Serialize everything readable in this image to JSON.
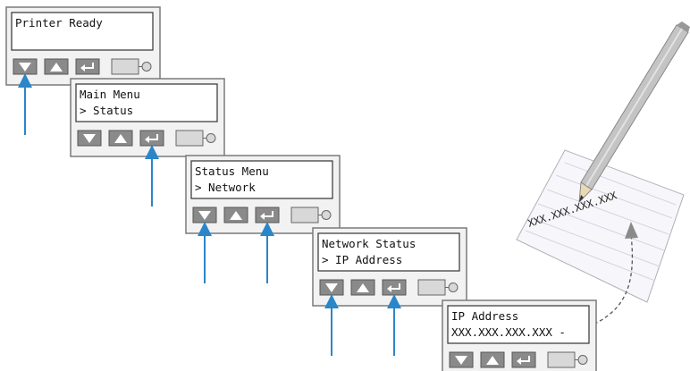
{
  "panels": [
    {
      "id": "printer-ready",
      "line1": "Printer Ready",
      "line2": "",
      "arrows": [
        "down"
      ]
    },
    {
      "id": "main-menu",
      "line1": "Main Menu",
      "line2": "> Status",
      "arrows": [
        "enter"
      ]
    },
    {
      "id": "status-menu",
      "line1": "Status Menu",
      "line2": "> Network",
      "arrows": [
        "down",
        "enter"
      ]
    },
    {
      "id": "network-status",
      "line1": "Network Status",
      "line2": "> IP Address",
      "arrows": [
        "down",
        "enter"
      ]
    },
    {
      "id": "ip-address",
      "line1": "IP Address",
      "line2": "XXX.XXX.XXX.XXX -",
      "arrows": []
    }
  ],
  "buttons": [
    {
      "name": "down-button",
      "icon": "triangle-down-icon"
    },
    {
      "name": "up-button",
      "icon": "triangle-up-icon"
    },
    {
      "name": "enter-button",
      "icon": "enter-arrow-icon"
    },
    {
      "name": "toggle-switch",
      "icon": "switch-icon"
    }
  ],
  "note": {
    "text": "XXX.XXX.XXX.XXX"
  },
  "colors": {
    "arrow": "#2a86c8",
    "panel_bg": "#f2f2f2",
    "panel_border": "#7a7a7a",
    "button_fill": "#8a8a8a",
    "pencil": "#b8b8b8",
    "paper": "#f7f7fb"
  }
}
